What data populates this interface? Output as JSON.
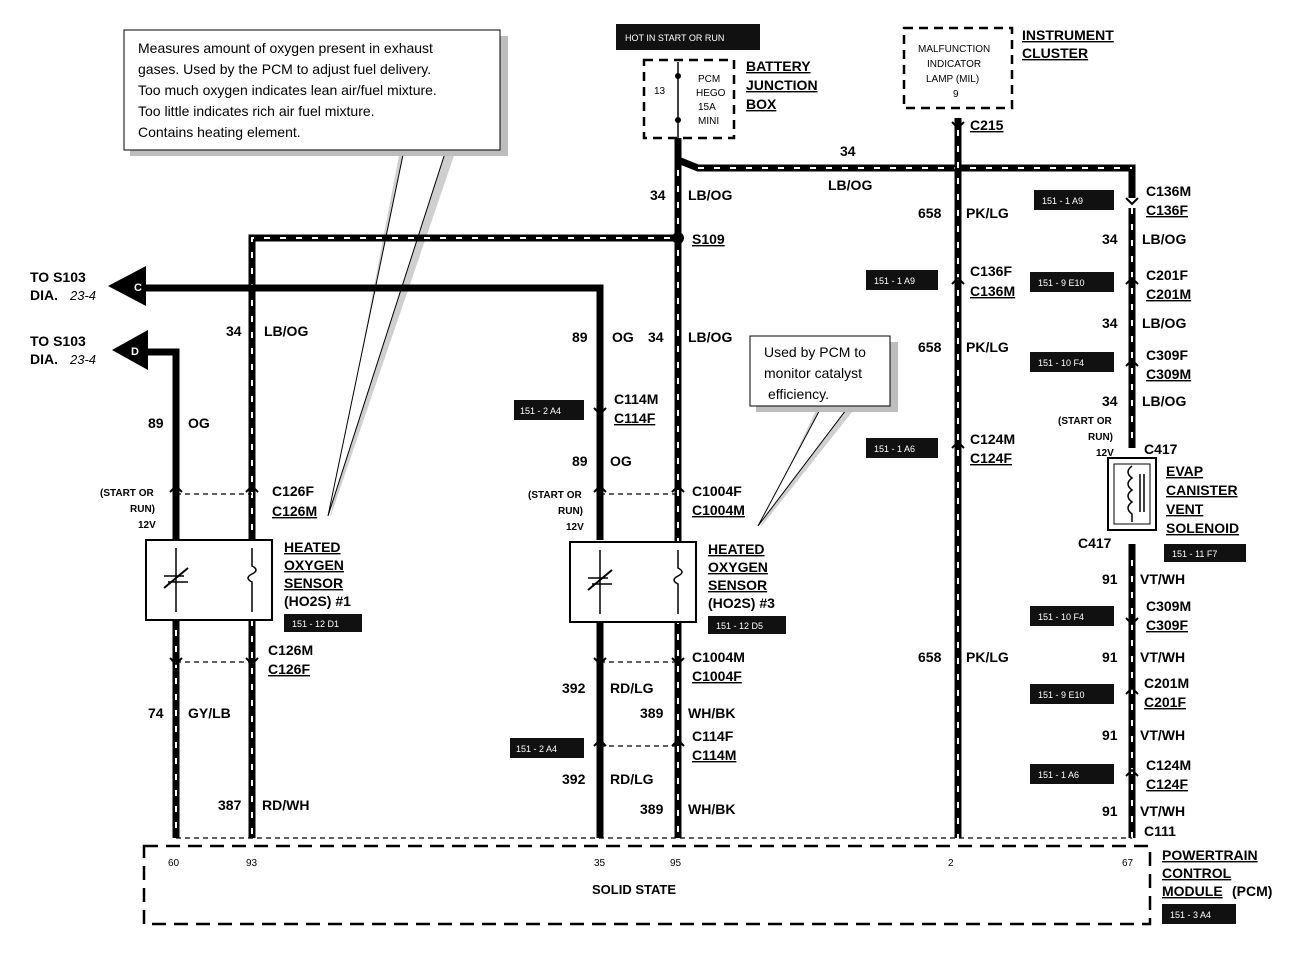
{
  "callouts": {
    "ho2s": [
      "Measures amount of oxygen present in exhaust",
      "gases.  Used by the PCM to adjust fuel delivery.",
      "Too much oxygen indicates lean air/fuel mixture.",
      "Too little indicates rich air fuel mixture.",
      "Contains heating element."
    ],
    "catalyst": [
      "Used by PCM to",
      "monitor catalyst",
      "efficiency."
    ]
  },
  "components": {
    "hot_label": "HOT IN START OR RUN",
    "bjb_title": [
      "BATTERY",
      "JUNCTION",
      "BOX"
    ],
    "fuse_num": "13",
    "fuse_label": [
      "PCM",
      "HEGO",
      "15A",
      "MINI"
    ],
    "cluster_title": [
      "INSTRUMENT",
      "CLUSTER"
    ],
    "mil_label": [
      "MALFUNCTION",
      "INDICATOR",
      "LAMP  (MIL)",
      "9"
    ],
    "ho2s1": [
      "HEATED",
      "OXYGEN",
      "SENSOR",
      "(HO2S) #1"
    ],
    "ho2s3": [
      "HEATED",
      "OXYGEN",
      "SENSOR",
      "(HO2S) #3"
    ],
    "evap": [
      "EVAP",
      "CANISTER",
      "VENT",
      "SOLENOID"
    ],
    "pcm_title": [
      "POWERTRAIN",
      "CONTROL",
      "MODULE",
      "(PCM)"
    ],
    "pcm_body": "SOLID STATE",
    "to_c": [
      "TO S103",
      "DIA.",
      "23-4",
      "C"
    ],
    "to_d": [
      "TO S103",
      "DIA.",
      "23-4",
      "D"
    ],
    "start_run": [
      "(START OR",
      "RUN)",
      "12V"
    ]
  },
  "pins": {
    "p60": "60",
    "p93": "93",
    "p35": "35",
    "p95": "95",
    "p2": "2",
    "p67": "67"
  },
  "wires": {
    "w34": "34",
    "lbog": "LB/OG",
    "w658": "658",
    "pklg": "PK/LG",
    "w89": "89",
    "og": "OG",
    "w74": "74",
    "gylb": "GY/LB",
    "w387": "387",
    "rdwh": "RD/WH",
    "w392": "392",
    "rdlg": "RD/LG",
    "w389": "389",
    "whbk": "WH/BK",
    "w91": "91",
    "vtwh": "VT/WH",
    "s109": "S109"
  },
  "connectors": {
    "c215": "C215",
    "c136m": "C136M",
    "c136f": "C136F",
    "c201f": "C201F",
    "c201m": "C201M",
    "c309f": "C309F",
    "c309m": "C309M",
    "c417": "C417",
    "c126f": "C126F",
    "c126m": "C126M",
    "c114m": "C114M",
    "c114f": "C114F",
    "c1004f": "C1004F",
    "c1004m": "C1004M",
    "c124m": "C124M",
    "c124f": "C124F",
    "c111": "C111"
  },
  "refs": {
    "r_1a9": "151 - 1  A9",
    "r_9e10": "151 - 9  E10",
    "r_10f4": "151 - 10  F4",
    "r_1a6": "151 - 1  A6",
    "r_11f7": "151 - 11  F7",
    "r_2a4": "151 - 2  A4",
    "r_12d1": "151 - 12  D1",
    "r_12d5": "151 - 12  D5",
    "r_3a4": "151 - 3  A4"
  }
}
